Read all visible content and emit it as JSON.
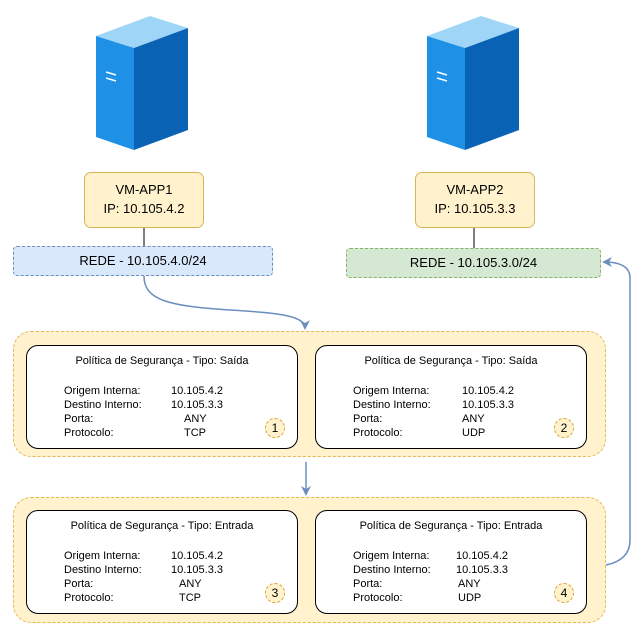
{
  "vm1": {
    "name": "VM-APP1",
    "ip": "IP: 10.105.4.2"
  },
  "vm2": {
    "name": "VM-APP2",
    "ip": "IP: 10.105.3.3"
  },
  "net1": {
    "label": "REDE - 10.105.4.0/24"
  },
  "net2": {
    "label": "REDE - 10.105.3.0/24"
  },
  "policies": [
    {
      "title": "Política de Segurança - Tipo: Saída",
      "rows": [
        {
          "key": "Origem Interna:",
          "value": "10.105.4.2"
        },
        {
          "key": "Destino Interno:",
          "value": "10.105.3.3"
        },
        {
          "key": "Porta:",
          "value": "ANY"
        },
        {
          "key": "Protocolo:",
          "value": "TCP"
        }
      ],
      "badge": "1"
    },
    {
      "title": "Política de Segurança - Tipo: Saída",
      "rows": [
        {
          "key": "Origem Interna:",
          "value": "10.105.4.2"
        },
        {
          "key": "Destino Interno:",
          "value": "10.105.3.3"
        },
        {
          "key": "Porta:",
          "value": "ANY"
        },
        {
          "key": "Protocolo:",
          "value": "UDP"
        }
      ],
      "badge": "2"
    },
    {
      "title": "Política de Segurança - Tipo: Entrada",
      "rows": [
        {
          "key": "Origem Interna:",
          "value": "10.105.4.2"
        },
        {
          "key": "Destino Interno:",
          "value": "10.105.3.3"
        },
        {
          "key": "Porta:",
          "value": "ANY"
        },
        {
          "key": "Protocolo:",
          "value": "TCP"
        }
      ],
      "badge": "3"
    },
    {
      "title": "Política de Segurança - Tipo: Entrada",
      "rows": [
        {
          "key": "Origem Interna:",
          "value": "10.105.4.2"
        },
        {
          "key": "Destino Interno:",
          "value": "10.105.3.3"
        },
        {
          "key": "Porta:",
          "value": "ANY"
        },
        {
          "key": "Protocolo:",
          "value": "UDP"
        }
      ],
      "badge": "4"
    }
  ],
  "colors": {
    "server_front": "#1e90e6",
    "server_side": "#0a62b5",
    "server_top": "#9fd6f7",
    "arrow": "#6c8ebf"
  }
}
